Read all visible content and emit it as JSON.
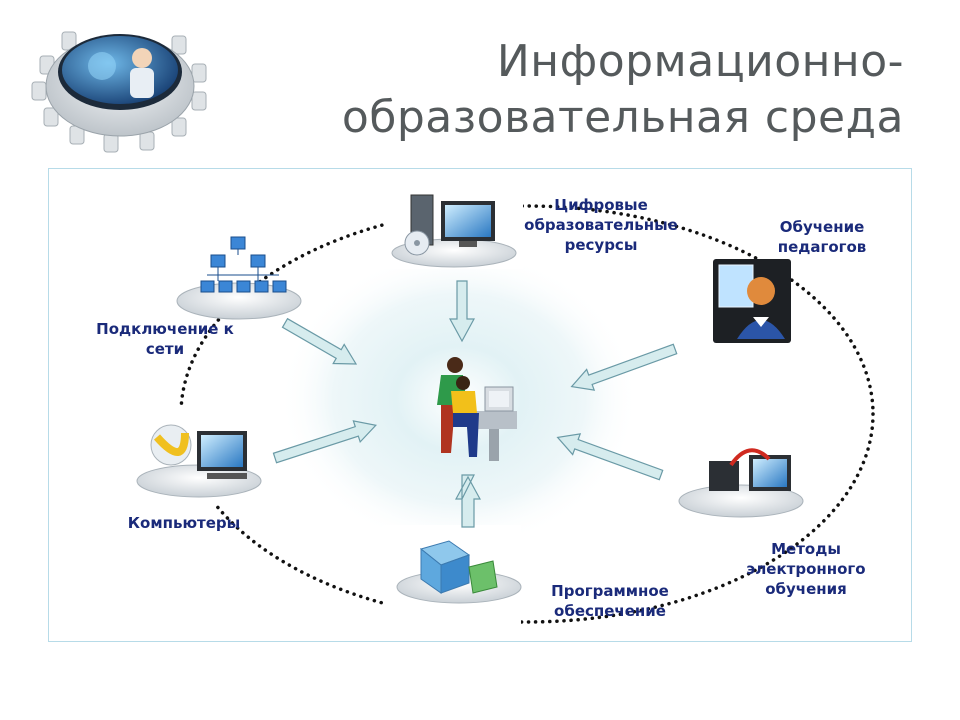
{
  "title": {
    "line1": "Информационно-",
    "line2": "образовательная среда"
  },
  "nodes": {
    "digital_resources": "Цифровые образовательные ресурсы",
    "teacher_training": "Обучение педагогов",
    "network": "Подключение к сети",
    "computers": "Компьютеры",
    "software": "Программное обеспечение",
    "elearning_methods": "Методы электронного обучения"
  },
  "colors": {
    "title_gray": "#555a5c",
    "label_navy": "#1a2a7a",
    "frame_border": "#b7dbe8",
    "arrow_fill": "#d6ecee",
    "arrow_stroke": "#6a9aa6"
  }
}
